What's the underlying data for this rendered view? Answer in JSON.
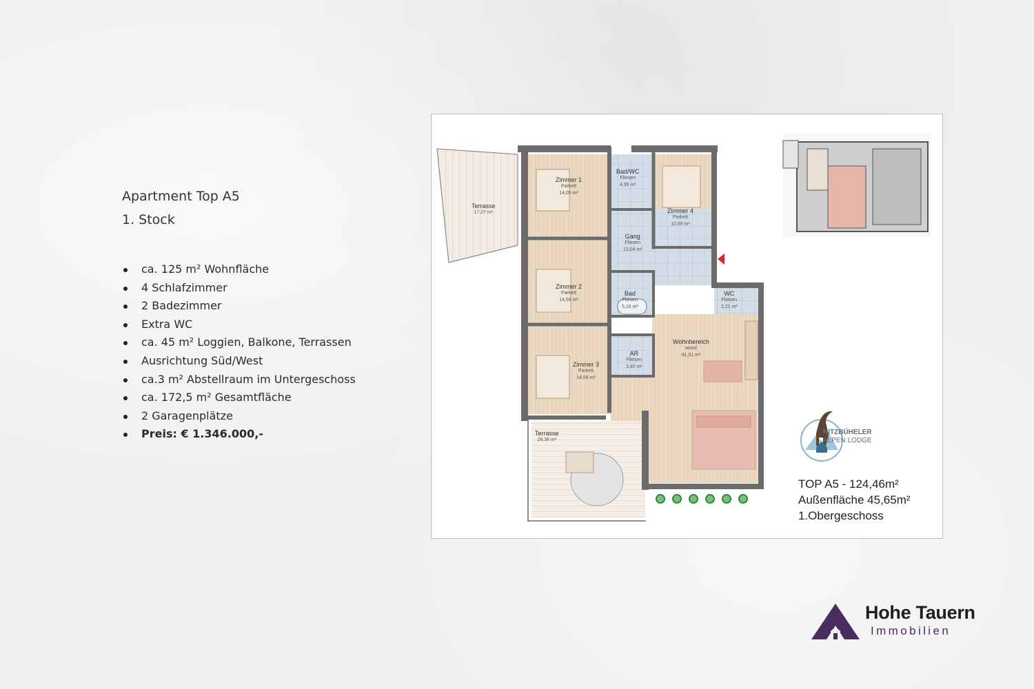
{
  "listing": {
    "title": "Apartment Top A5",
    "floor": "1. Stock",
    "features": [
      "ca. 125 m² Wohnfläche",
      "4 Schlafzimmer",
      "2 Badezimmer",
      "Extra WC",
      "ca. 45 m² Loggien, Balkone, Terrassen",
      "Ausrichtung Süd/West",
      "ca.3 m² Abstellraum im Untergeschoss",
      "ca. 172,5 m² Gesamtfläche",
      "2 Garagenplätze"
    ],
    "price": "Preis: € 1.346.000,-"
  },
  "floorplan": {
    "rooms": {
      "terrasse_w": {
        "name": "Terrasse",
        "floor": "",
        "area": "17,27 m²"
      },
      "zimmer1": {
        "name": "Zimmer 1",
        "floor": "Parkett",
        "area": "14,05 m²"
      },
      "badwc": {
        "name": "Bad/WC",
        "floor": "Fliesen",
        "area": "4,95 m²"
      },
      "zimmer4": {
        "name": "Zimmer 4",
        "floor": "Parkett",
        "area": "10,99 m²"
      },
      "gang": {
        "name": "Gang",
        "floor": "Fliesen",
        "area": "13,04 m²"
      },
      "zimmer2": {
        "name": "Zimmer 2",
        "floor": "Parkett",
        "area": "14,58 m²"
      },
      "bad": {
        "name": "Bad",
        "floor": "Fliesen",
        "area": "5,16 m²"
      },
      "wc": {
        "name": "WC",
        "floor": "Fliesen",
        "area": "2,21 m²"
      },
      "zimmer3": {
        "name": "Zimmer 3",
        "floor": "Parkett",
        "area": "14,58 m²"
      },
      "ar": {
        "name": "AR",
        "floor": "Fliesen",
        "area": "3,40 m²"
      },
      "wohnbereich": {
        "name": "Wohnbereich",
        "floor": "wood",
        "area": "41,51 m²"
      },
      "terrasse_s": {
        "name": "Terrasse",
        "floor": "",
        "area": "28,38 m²"
      }
    },
    "lodge": {
      "line1": "KITZBÜHELER",
      "line2": "ALPEN LODGE"
    },
    "top": {
      "unit": "TOP A5 - 124,46m²",
      "outdoor": "Außenfläche 45,65m²",
      "level": "1.Obergeschoss"
    },
    "colors": {
      "wall": "#6b6b6b",
      "wood": "#ead8c3",
      "tiles": "#d3dde8",
      "rug": "#e9bcb2",
      "arrow": "#d8262c"
    }
  },
  "brand": {
    "name": "Hohe Tauern",
    "tagline": "Immobilien",
    "color": "#4a2c5e"
  }
}
